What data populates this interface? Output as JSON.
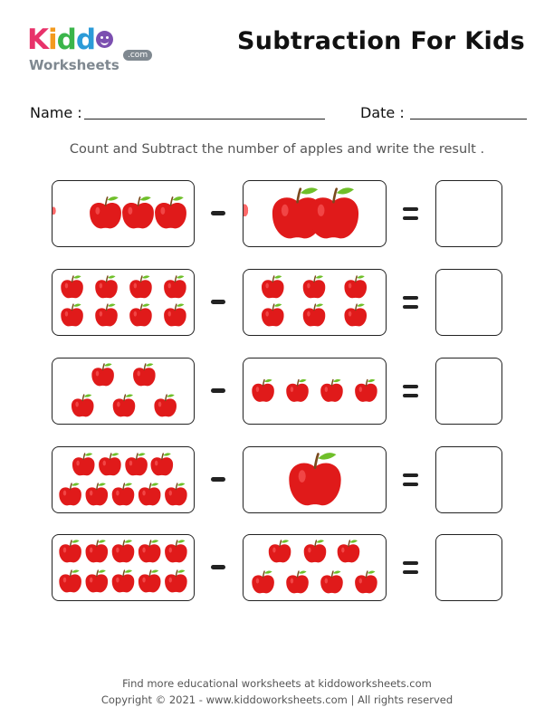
{
  "logo": {
    "kiddo": "Kiddo",
    "worksheets": "Worksheets",
    "com": ".com"
  },
  "title": "Subtraction For Kids",
  "name_label": "Name :",
  "date_label": "Date :",
  "instruction": "Count and Subtract the number of apples and write the result .",
  "colors": {
    "apple": "#e01a1a",
    "leaf": "#6fbf2a",
    "stem": "#7a4a1e",
    "box_border": "#222222"
  },
  "problems": [
    {
      "minuend": 3,
      "subtrahend": 2,
      "answer": ""
    },
    {
      "minuend": 8,
      "subtrahend": 6,
      "answer": ""
    },
    {
      "minuend": 5,
      "subtrahend": 4,
      "answer": ""
    },
    {
      "minuend": 9,
      "subtrahend": 1,
      "answer": ""
    },
    {
      "minuend": 10,
      "subtrahend": 7,
      "answer": ""
    }
  ],
  "footer": {
    "line1": "Find more educational worksheets at kiddoworksheets.com",
    "line2": "Copyright © 2021 - www.kiddoworksheets.com  |  All rights reserved"
  }
}
